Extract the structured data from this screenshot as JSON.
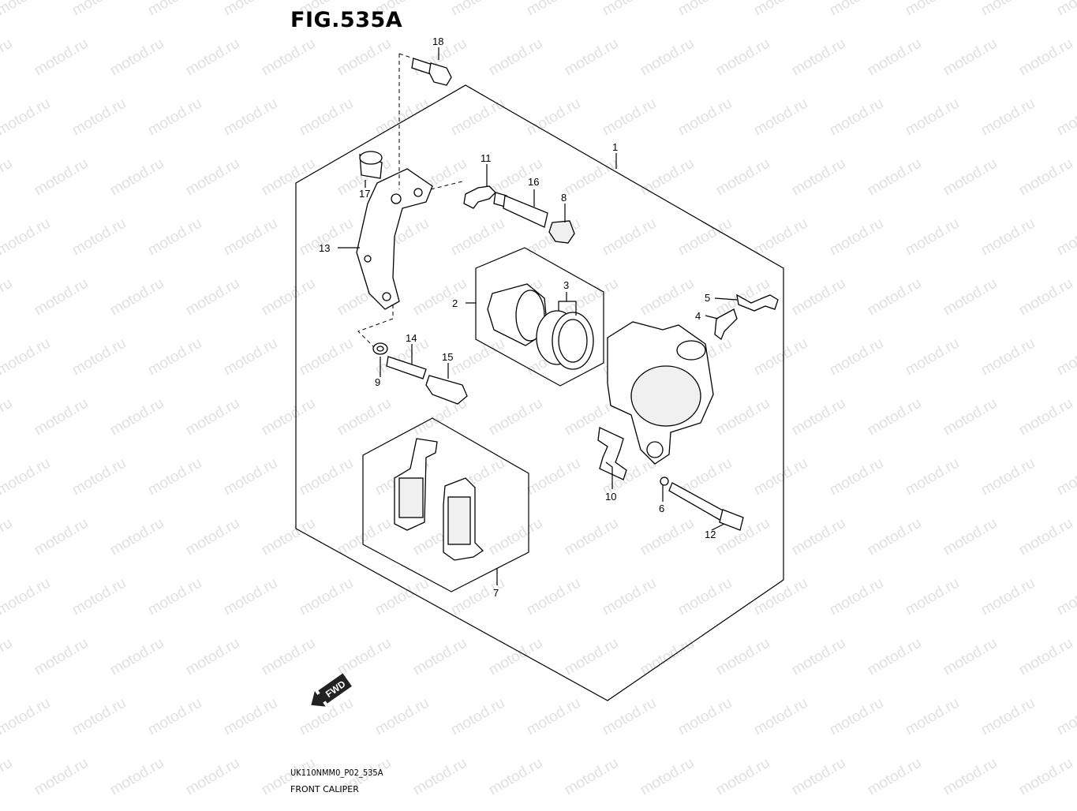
{
  "header": {
    "figure_title": "FIG.535A"
  },
  "footer": {
    "diagram_code": "UK110NMM0_P02_535A",
    "caption": "FRONT CALIPER"
  },
  "watermark": {
    "text": "motod.ru"
  },
  "fwd_label": "FWD",
  "callouts": [
    "1",
    "2",
    "3",
    "4",
    "5",
    "6",
    "7",
    "8",
    "9",
    "10",
    "11",
    "12",
    "13",
    "14",
    "15",
    "16",
    "17",
    "18"
  ]
}
